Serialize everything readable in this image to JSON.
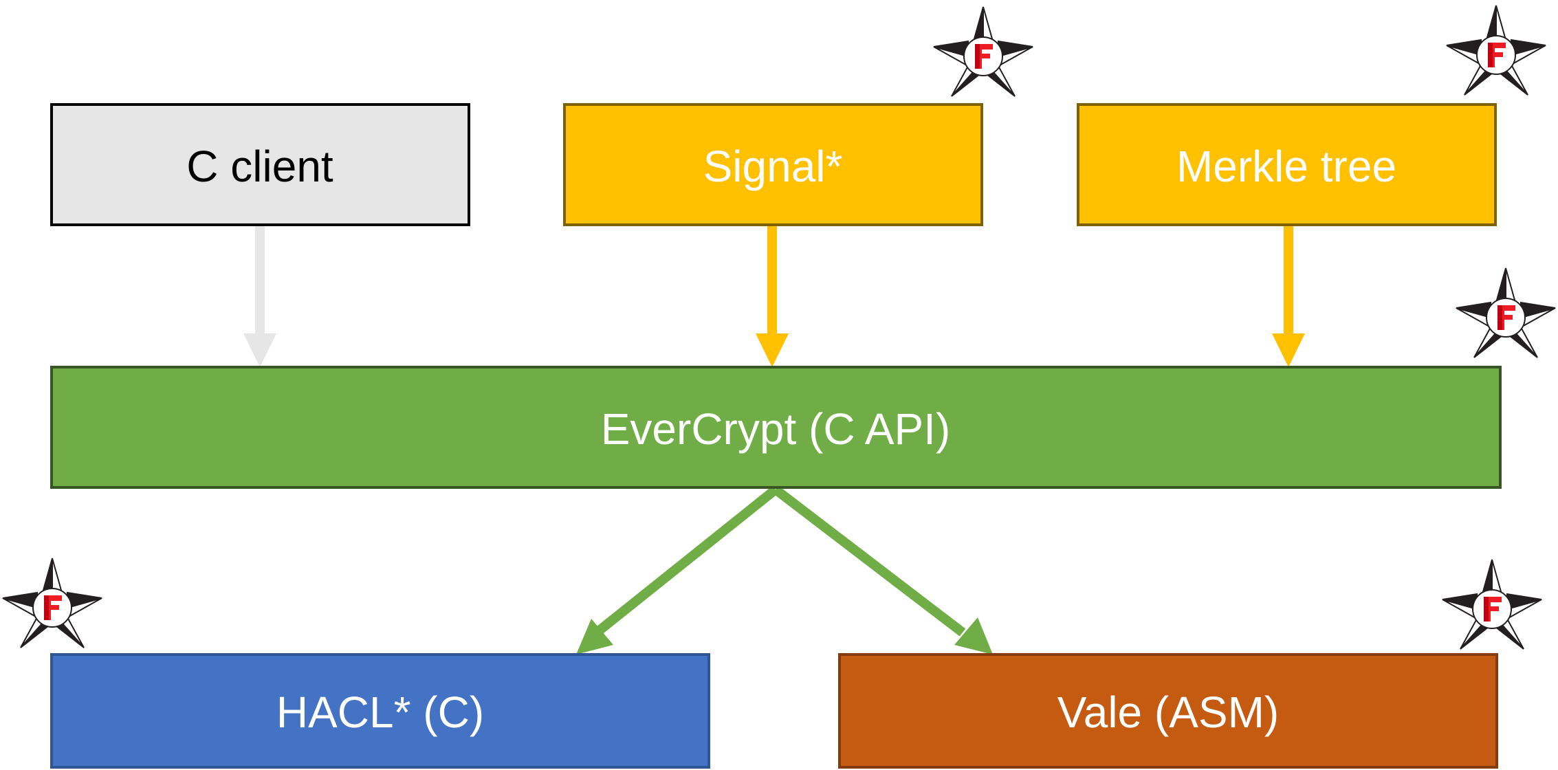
{
  "boxes": {
    "c_client": {
      "label": "C client",
      "fill": "#e6e6e6",
      "stroke": "#000000",
      "text_color": "#000000"
    },
    "signal": {
      "label": "Signal*",
      "fill": "#ffc000",
      "stroke": "#7f6000",
      "text_color": "#ffffff"
    },
    "merkle_tree": {
      "label": "Merkle tree",
      "fill": "#ffc000",
      "stroke": "#7f6000",
      "text_color": "#ffffff"
    },
    "evercrypt": {
      "label": "EverCrypt (C API)",
      "fill": "#70ad47",
      "stroke": "#375623",
      "text_color": "#ffffff"
    },
    "hacl": {
      "label": "HACL* (C)",
      "fill": "#4472c4",
      "stroke": "#2f5597",
      "text_color": "#ffffff"
    },
    "vale": {
      "label": "Vale (ASM)",
      "fill": "#c55a11",
      "stroke": "#843c0c",
      "text_color": "#ffffff"
    }
  },
  "colors": {
    "arrow_client": "#e6e6e6",
    "arrow_yellow": "#ffc000",
    "arrow_green": "#70ad47",
    "badge_red": "#ee1c25",
    "star_dark": "#231f20"
  },
  "badges": [
    "fstar-logo",
    "fstar-logo",
    "fstar-logo",
    "fstar-logo",
    "fstar-logo"
  ]
}
